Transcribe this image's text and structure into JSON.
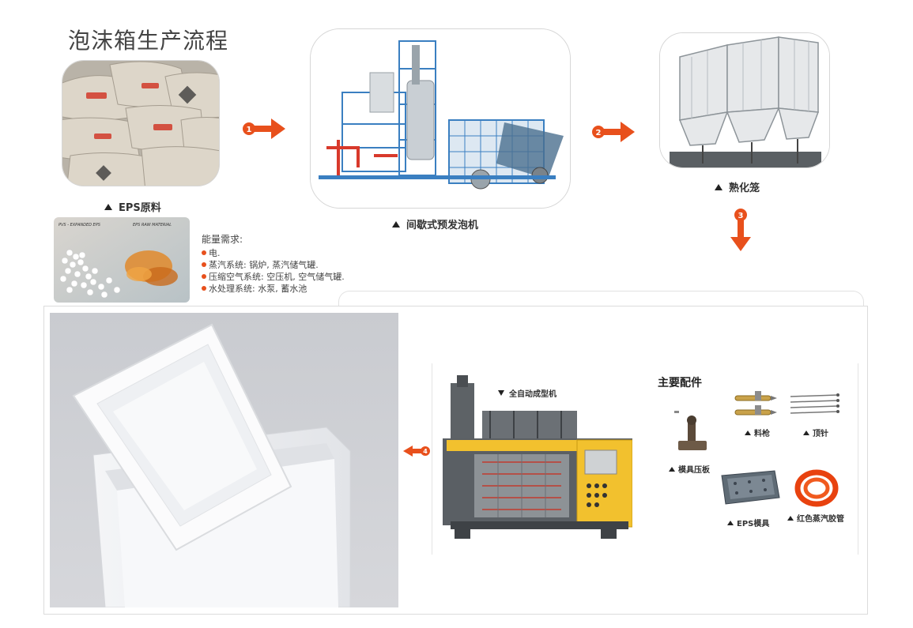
{
  "title": "泡沫箱生产流程",
  "steps": [
    {
      "number": "1",
      "caption": "EPS原料"
    },
    {
      "number": "2",
      "caption": "间歇式预发泡机"
    },
    {
      "number": "3",
      "caption": "熟化笼"
    },
    {
      "number": "4",
      "caption": "全自动成型机"
    }
  ],
  "beads_photo": {
    "label_left": "PVS - EXPANDED EPS",
    "label_right": "EPS RAW MATERIAL"
  },
  "energy": {
    "heading": "能量需求:",
    "items": [
      "电.",
      "蒸汽系统: 锅炉, 蒸汽储气罐.",
      "压缩空气系统: 空压机, 空气储气罐.",
      "水处理系统: 水泵, 蓄水池"
    ]
  },
  "parts": {
    "title": "主要配件",
    "items": [
      "料枪",
      "顶针",
      "模具压板",
      "EPS模具",
      "红色蒸汽胶管"
    ]
  },
  "colors": {
    "arrow": "#e8501c",
    "frame_blue": "#3a7fc1",
    "machine_yellow": "#f2c12e"
  }
}
